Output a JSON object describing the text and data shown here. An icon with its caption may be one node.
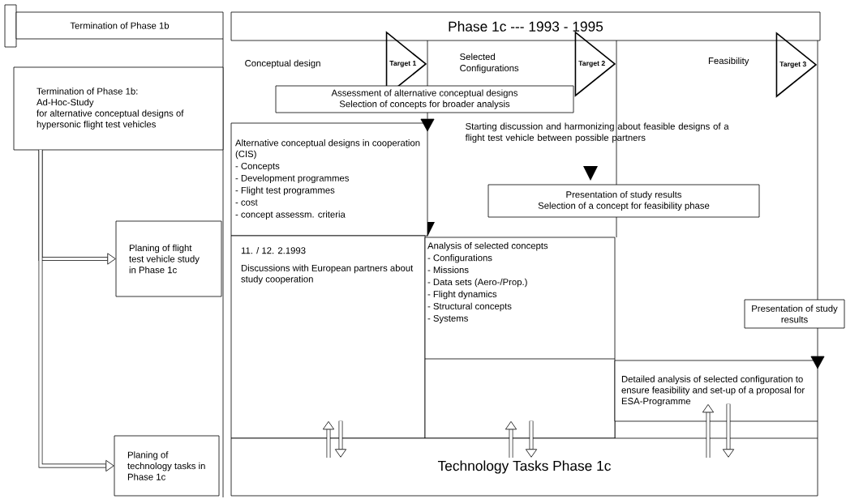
{
  "diagram": {
    "nodes": [
      {
        "text": [
          "Termination of Phase 1b"
        ]
      },
      {
        "text": [
          "Phase 1c --- 1993 - 1995"
        ]
      },
      {
        "text": [
          "Target 1"
        ]
      },
      {
        "text": [
          "Target 2"
        ]
      },
      {
        "text": [
          "Target 3"
        ]
      },
      {
        "text": [
          "Termination of Phase 1b:",
          "Ad-Hoc-Study",
          "for alternative conceptual designs of hypersonic flight test vehicles"
        ]
      },
      {
        "text": [
          "Assessment of alternative conceptual designs",
          "Selection of concepts for broader analysis"
        ]
      },
      {
        "text": [
          "Alternative conceptual designs in cooperation (CIS)",
          "- Concepts",
          "- Development programmes",
          "- Flight test programmes",
          "- cost",
          "- concept assessm. criteria"
        ]
      },
      {
        "text": [
          "Presentation of study results",
          "Selection of a concept for feasibility phase"
        ]
      },
      {
        "text": [
          "Planing of flight test vehicle study in Phase 1c"
        ]
      },
      {
        "text": [
          "11. / 12. 2.1993",
          "Discussions with European partners about study cooperation"
        ]
      },
      {
        "text": [
          "Analysis of selected concepts",
          "- Configurations",
          "- Missions",
          "- Data sets (Aero-/Prop.)",
          "- Flight dynamics",
          "- Structural concepts",
          "- Systems"
        ]
      },
      {
        "text": [
          "Presentation of study results"
        ]
      },
      {
        "text": [
          "Detailed analysis of selected configuration to ensure feasibility and set-up of a proposal for ESA-Programme"
        ]
      },
      {
        "text": [
          "Planing of technology tasks in Phase 1c"
        ]
      },
      {
        "text": [
          "Technology Tasks Phase 1c"
        ]
      }
    ],
    "edges": [
      {
        "from": 5,
        "to": 9,
        "arrow": "to"
      },
      {
        "from": 5,
        "to": 14,
        "arrow": "to"
      },
      {
        "from": 15,
        "to": 10,
        "arrow": "to"
      },
      {
        "from": 10,
        "to": 15,
        "arrow": "to"
      },
      {
        "from": 15,
        "to": 11,
        "arrow": "to"
      },
      {
        "from": 11,
        "to": 15,
        "arrow": "to"
      },
      {
        "from": 15,
        "to": 13,
        "arrow": "to"
      },
      {
        "from": 13,
        "to": 15,
        "arrow": "to"
      },
      {
        "from": 12,
        "to": 13,
        "arrow": "to"
      },
      {
        "from": 6,
        "to": 7,
        "arrow": "to"
      }
    ],
    "labels": [
      "Conceptual design",
      "Selected Configurations",
      "Feasibility",
      "Starting discussion and harmonizing about feasible designs of a flight test vehicle between possible partners"
    ]
  }
}
